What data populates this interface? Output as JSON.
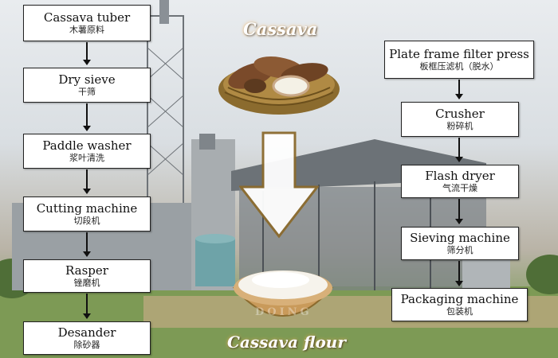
{
  "headline_top": "Cassava",
  "headline_bottom": "Cassava flour",
  "left_steps": [
    {
      "en": "Cassava tuber",
      "zh": "木薯原料"
    },
    {
      "en": "Dry sieve",
      "zh": "干筛"
    },
    {
      "en": "Paddle washer",
      "zh": "浆叶清洗"
    },
    {
      "en": "Cutting machine",
      "zh": "切段机"
    },
    {
      "en": "Rasper",
      "zh": "锉磨机"
    },
    {
      "en": "Desander",
      "zh": "除砂器"
    }
  ],
  "right_steps": [
    {
      "en": "Plate frame filter press",
      "zh": "板框压滤机（脱水）"
    },
    {
      "en": "Crusher",
      "zh": "粉碎机"
    },
    {
      "en": "Flash dryer",
      "zh": "气流干燥"
    },
    {
      "en": "Sieving machine",
      "zh": "筛分机"
    },
    {
      "en": "Packaging machine",
      "zh": "包装机"
    }
  ],
  "watermark": "DOING",
  "colors": {
    "box_border": "#222222",
    "headline_glow": "#ffb450",
    "arrow_fill": "#ffffff",
    "arrow_edge": "#8b6b2e"
  }
}
